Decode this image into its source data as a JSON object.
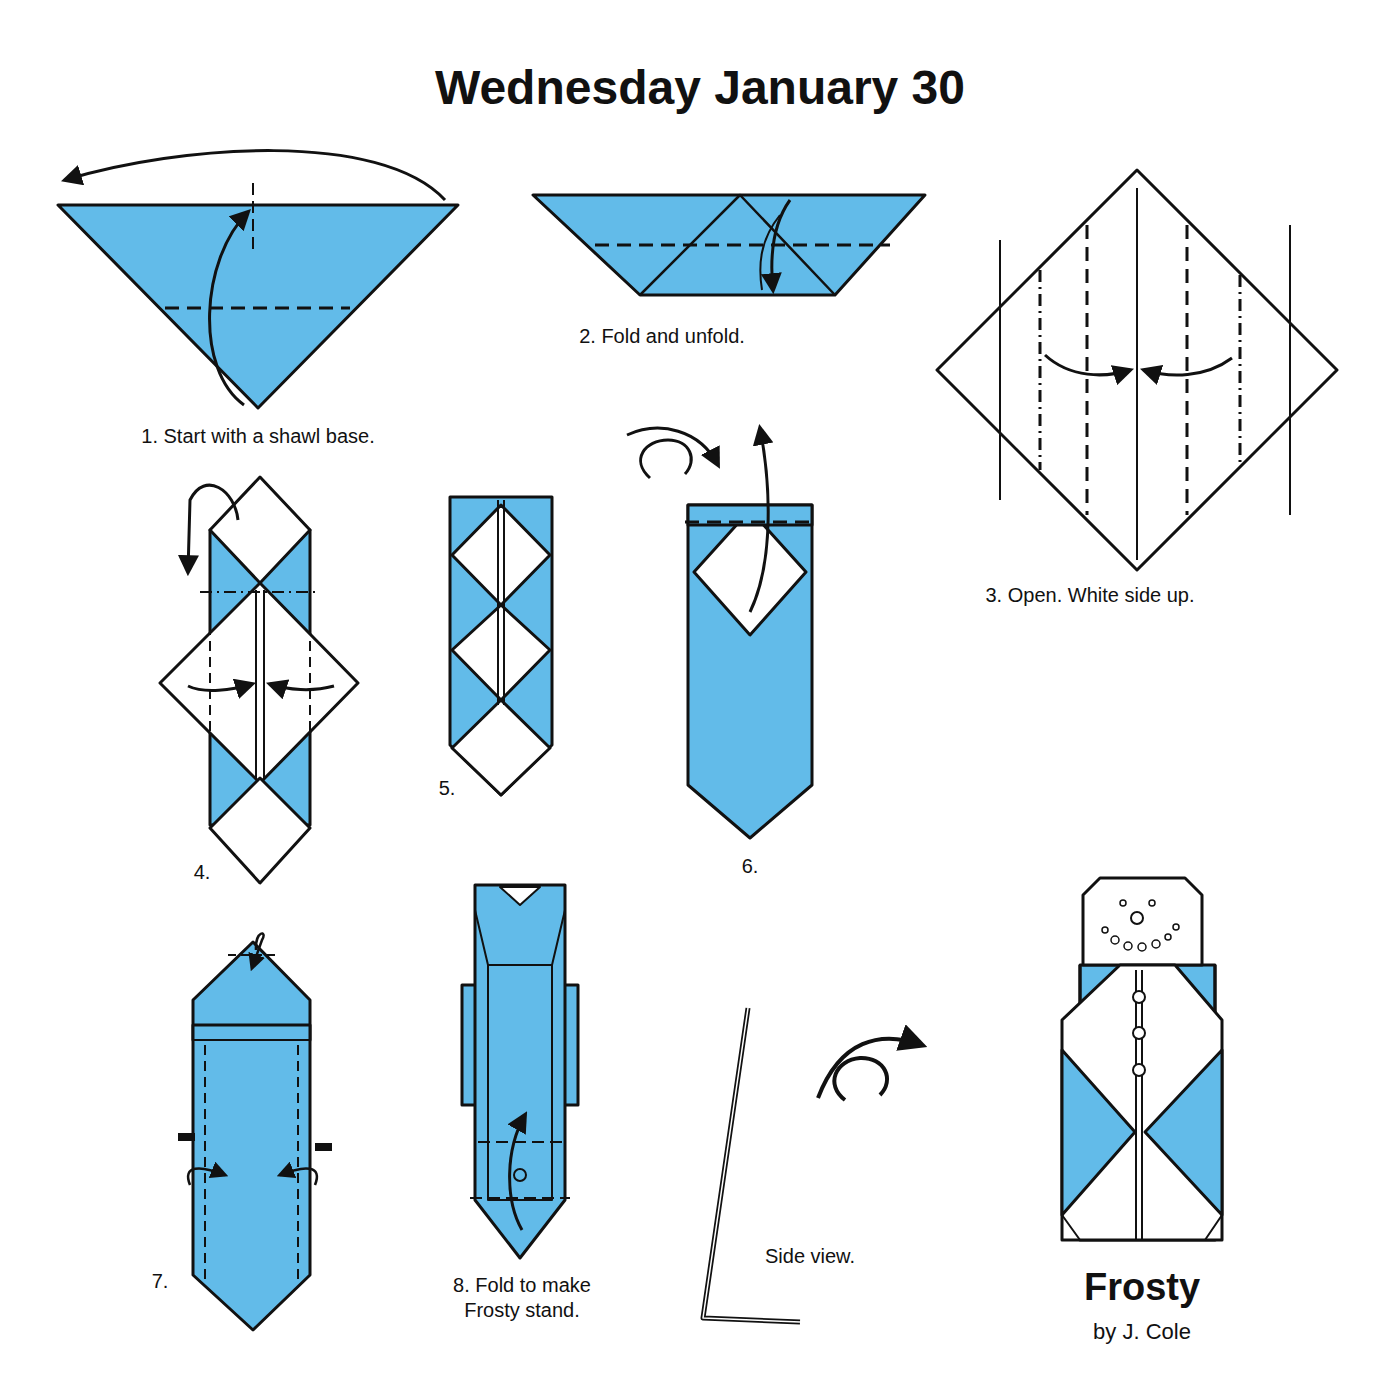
{
  "diagram": {
    "title": "Wednesday January 30",
    "labels": [
      "1. Start with a shawl base.",
      "2. Fold and unfold.",
      "3. Open. White side up.",
      "4.",
      "5.",
      "6.",
      "7.",
      "8. Fold to make Frosty stand.",
      "Side view.",
      "Frosty",
      "by J. Cole"
    ]
  }
}
